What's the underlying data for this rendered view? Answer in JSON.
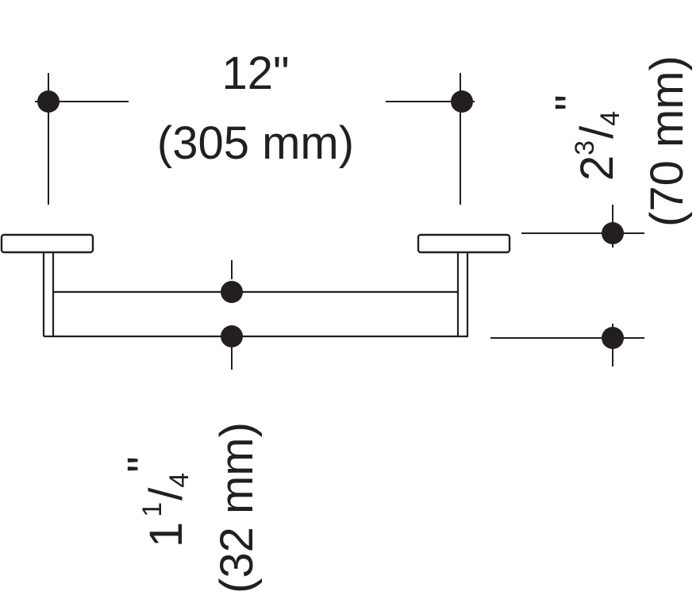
{
  "dimensions": {
    "width": {
      "imperial": "12\"",
      "metric": "(305 mm)"
    },
    "depth": {
      "whole": "2",
      "numerator": "3",
      "slash": "/",
      "denominator": "4",
      "inch_mark": "\"",
      "metric": "(70 mm)"
    },
    "diameter": {
      "whole": "1",
      "numerator": "1",
      "slash": "/",
      "denominator": "4",
      "inch_mark": "\"",
      "metric": "(32 mm)"
    }
  }
}
